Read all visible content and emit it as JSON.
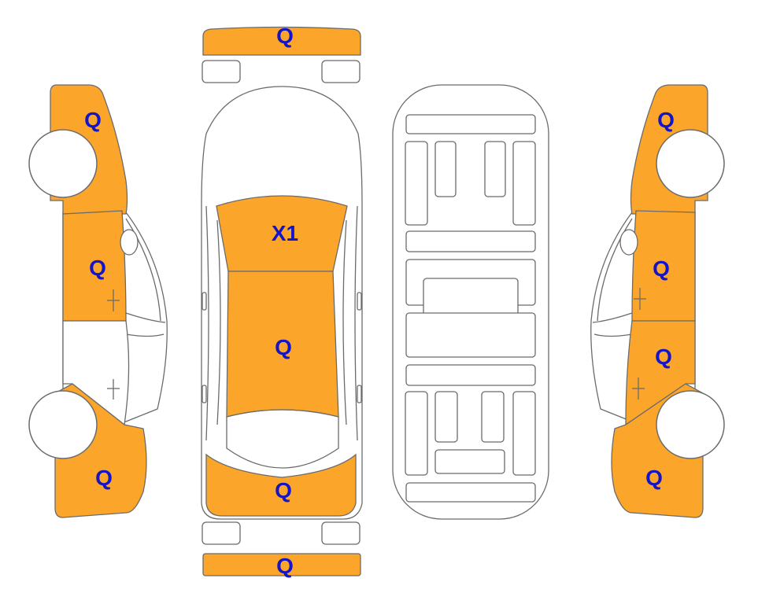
{
  "colors": {
    "damage_fill": "#FBA62B",
    "mark_text": "#1414C8",
    "outline": "#6B6B6B"
  },
  "marks": {
    "front_bumper": "Q",
    "rear_bumper": "Q",
    "hood": "X1",
    "roof": "Q",
    "trunk": "Q",
    "left_front_fender": "Q",
    "left_front_door": "Q",
    "left_rear_quarter": "Q",
    "right_front_fender": "Q",
    "right_front_door": "Q",
    "right_rear_door": "Q",
    "right_rear_quarter": "Q"
  }
}
